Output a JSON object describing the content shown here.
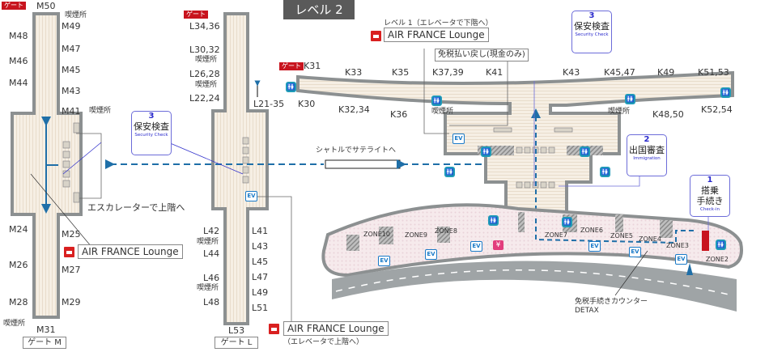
{
  "title": "レベル 2",
  "colors": {
    "floor": "#f4ece0",
    "wall": "#8c9091",
    "gate_badge": "#c8141e",
    "route": "#1f6fa8",
    "step_border": "#6c6cd9",
    "lounge": "#d92020",
    "toilet": "#1e9bb8",
    "road": "#9fa4a6",
    "checkin_area": "#f2e0e4"
  },
  "gate_badge": "ゲート",
  "smoking": "喫煙所",
  "terminal_m": {
    "name": "ゲート M",
    "top_gate": "M50",
    "bottom_gate": "M31",
    "left_gates": [
      "M48",
      "M46",
      "M44",
      "M24",
      "M26",
      "M28"
    ],
    "right_gates": [
      "M49",
      "M47",
      "M45",
      "M43",
      "M41",
      "M25",
      "M27",
      "M29"
    ],
    "escalator_note": "エスカレーターで上階へ",
    "lounge": "AIR FRANCE Lounge"
  },
  "terminal_l": {
    "name": "ゲート L",
    "bottom_gate": "L53",
    "left_gates": [
      "L34,36",
      "L30,32",
      "L26,28",
      "L22,24",
      "L42",
      "L44",
      "L46",
      "L48"
    ],
    "right_gates": [
      "L41",
      "L43",
      "L45",
      "L47",
      "L49",
      "L51"
    ],
    "direction": "L21-35",
    "lounge": "AIR FRANCE Lounge",
    "lounge_note": "（エレベータで上階へ）"
  },
  "terminal_k": {
    "top_gates": [
      "K31",
      "K33",
      "K35",
      "K37,39",
      "K41",
      "K43",
      "K45,47",
      "K49",
      "K51,53"
    ],
    "bottom_gates": [
      "K30",
      "K32,34",
      "K36",
      "K48,50",
      "K52,54"
    ],
    "lounge": "AIR FRANCE Lounge",
    "lounge_note": "レベル 1（エレベータで下階へ）",
    "tax_refund": "免税払い戻し(現金のみ)",
    "shuttle": "シャトルでサテライトへ"
  },
  "steps": [
    {
      "num": "1",
      "jp": "搭乗\n手続き",
      "jp1": "搭乗",
      "jp2": "手続き",
      "en": "Check-in"
    },
    {
      "num": "2",
      "jp": "出国審査",
      "en": "Immigration"
    },
    {
      "num": "3",
      "jp": "保安検査",
      "en": "Security Check"
    }
  ],
  "zones": [
    "ZONE10",
    "ZONE9",
    "ZONE8",
    "ZONE7",
    "ZONE6",
    "ZONE5",
    "ZONE4",
    "ZONE3",
    "ZONE2"
  ],
  "detax": {
    "line1": "免税手続きカウンター",
    "line2": "DETAX"
  },
  "icons": {
    "ev": "EV",
    "yen": "¥",
    "toilet": "toilet-icon",
    "lounge": "lounge-icon"
  }
}
